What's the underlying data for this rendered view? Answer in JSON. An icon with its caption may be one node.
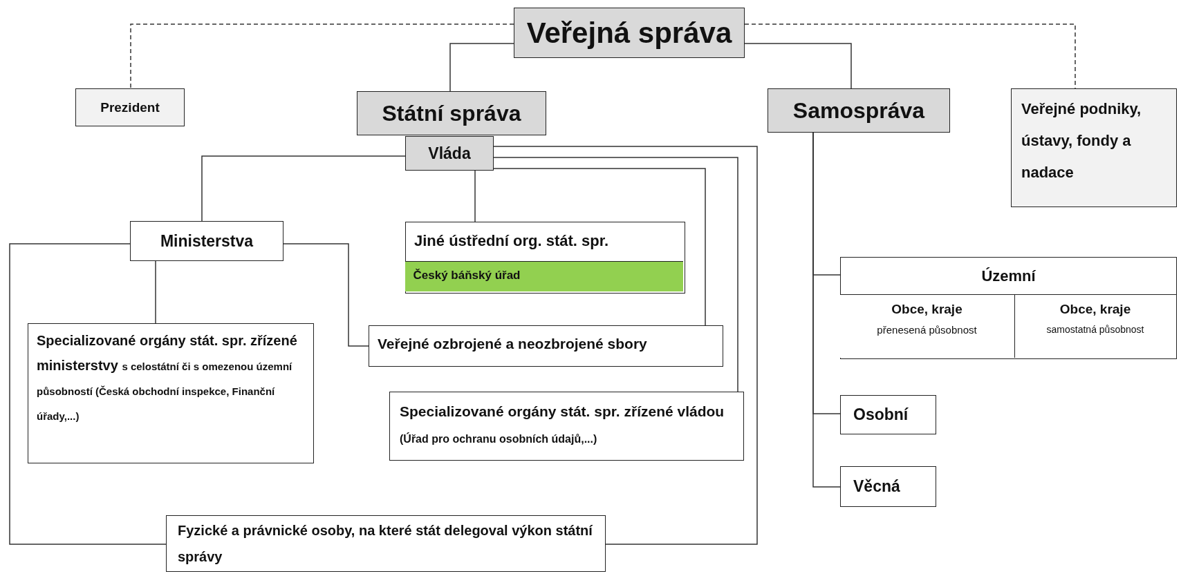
{
  "diagram": {
    "nodes": [
      {
        "text": [
          "Veřejná správa"
        ]
      },
      {
        "text": [
          "Prezident"
        ]
      },
      {
        "text": [
          "Státní správa"
        ]
      },
      {
        "text": [
          "Samospráva"
        ]
      },
      {
        "text": [
          "Veřejné podniky, ústavy, fondy a nadace"
        ]
      },
      {
        "text": [
          "Vláda"
        ]
      },
      {
        "text": [
          "Ministerstva"
        ]
      },
      {
        "text": [
          "Jiné ústřední org. stát. spr."
        ]
      },
      {
        "text": [
          "Český báňský úřad"
        ],
        "in": 7
      },
      {
        "text": [
          "Specializované orgány stát. spr. zřízené ministerstvy",
          "s celostátní či s omezenou územní působností (Česká obchodní inspekce, Finanční úřady,...)"
        ]
      },
      {
        "text": [
          "Veřejné ozbrojené a neozbrojené sbory"
        ]
      },
      {
        "text": [
          "Specializované orgány stát. spr. zřízené vládou",
          "(Úřad pro ochranu osobních údajů,...)"
        ]
      },
      {
        "text": [
          "Fyzické a právnické osoby, na které stát delegoval výkon státní správy"
        ]
      },
      {
        "text": [
          "Územní"
        ]
      },
      {
        "text": [
          "Obce, kraje",
          "přenesená působnost"
        ],
        "in": 13
      },
      {
        "text": [
          "Obce, kraje",
          "samostatná působnost"
        ],
        "in": 13
      },
      {
        "text": [
          "Osobní"
        ]
      },
      {
        "text": [
          "Věcná"
        ]
      }
    ],
    "edges": [
      {
        "from": 0,
        "to": 1,
        "arrow": "none",
        "style": "dashed"
      },
      {
        "from": 0,
        "to": 4,
        "arrow": "none",
        "style": "dashed"
      },
      {
        "from": 0,
        "to": 2,
        "arrow": "none"
      },
      {
        "from": 0,
        "to": 3,
        "arrow": "none"
      },
      {
        "from": 5,
        "to": 6,
        "arrow": "none"
      },
      {
        "from": 5,
        "to": 7,
        "arrow": "none"
      },
      {
        "from": 5,
        "to": 10,
        "arrow": "none"
      },
      {
        "from": 5,
        "to": 11,
        "arrow": "none"
      },
      {
        "from": 5,
        "to": 12,
        "arrow": "none"
      },
      {
        "from": 6,
        "to": 9,
        "arrow": "none"
      },
      {
        "from": 6,
        "to": 10,
        "arrow": "none"
      },
      {
        "from": 6,
        "to": 12,
        "arrow": "none"
      },
      {
        "from": 3,
        "to": 13,
        "arrow": "none"
      },
      {
        "from": 3,
        "to": 16,
        "arrow": "none"
      },
      {
        "from": 3,
        "to": 17,
        "arrow": "none"
      }
    ]
  }
}
